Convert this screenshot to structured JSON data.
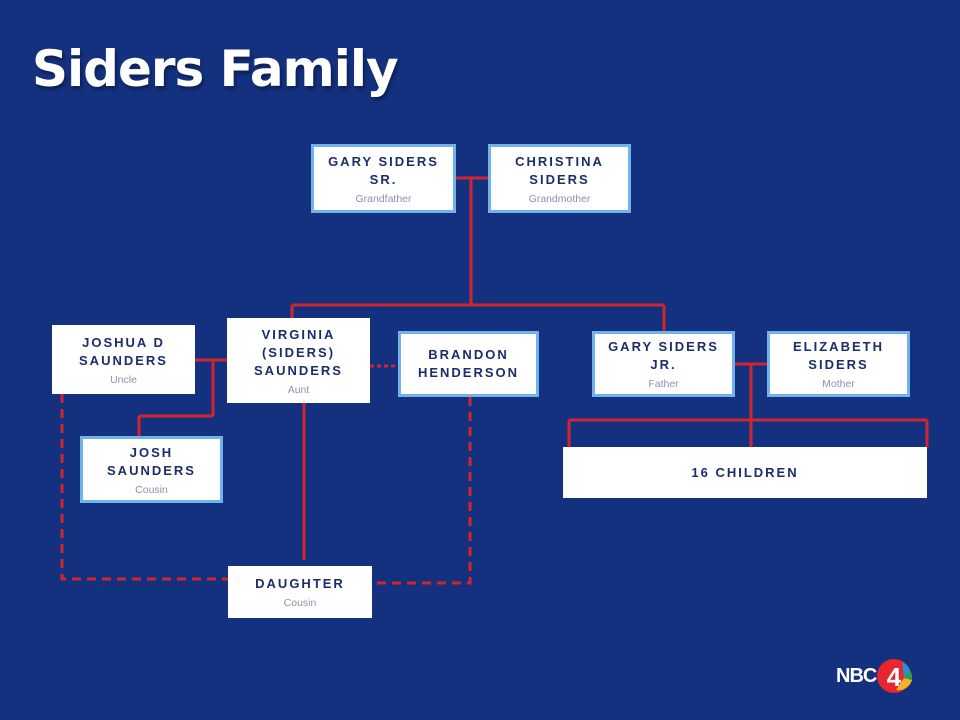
{
  "title": "Siders Family",
  "colors": {
    "background": "#13317f",
    "line": "#d0242e",
    "highlight_border": "#6fb3ea",
    "name_text": "#1b2d6b",
    "role_text": "#8a93ad"
  },
  "people": {
    "gary_sr": {
      "name": "GARY SIDERS\nSR.",
      "role": "Grandfather"
    },
    "christina": {
      "name": "CHRISTINA\nSIDERS",
      "role": "Grandmother"
    },
    "joshua": {
      "name": "JOSHUA D\nSAUNDERS",
      "role": "Uncle"
    },
    "virginia": {
      "name": "VIRGINIA\n(SIDERS)\nSAUNDERS",
      "role": "Aunt"
    },
    "brandon": {
      "name": "BRANDON\nHENDERSON",
      "role": ""
    },
    "gary_jr": {
      "name": "GARY SIDERS\nJR.",
      "role": "Father"
    },
    "elizabeth": {
      "name": "ELIZABETH\nSIDERS",
      "role": "Mother"
    },
    "josh": {
      "name": "JOSH\nSAUNDERS",
      "role": "Cousin"
    },
    "children": {
      "name": "16 CHILDREN",
      "role": ""
    },
    "daughter": {
      "name": "DAUGHTER",
      "role": "Cousin"
    }
  },
  "logo": {
    "text": "NBC",
    "number": "4"
  }
}
